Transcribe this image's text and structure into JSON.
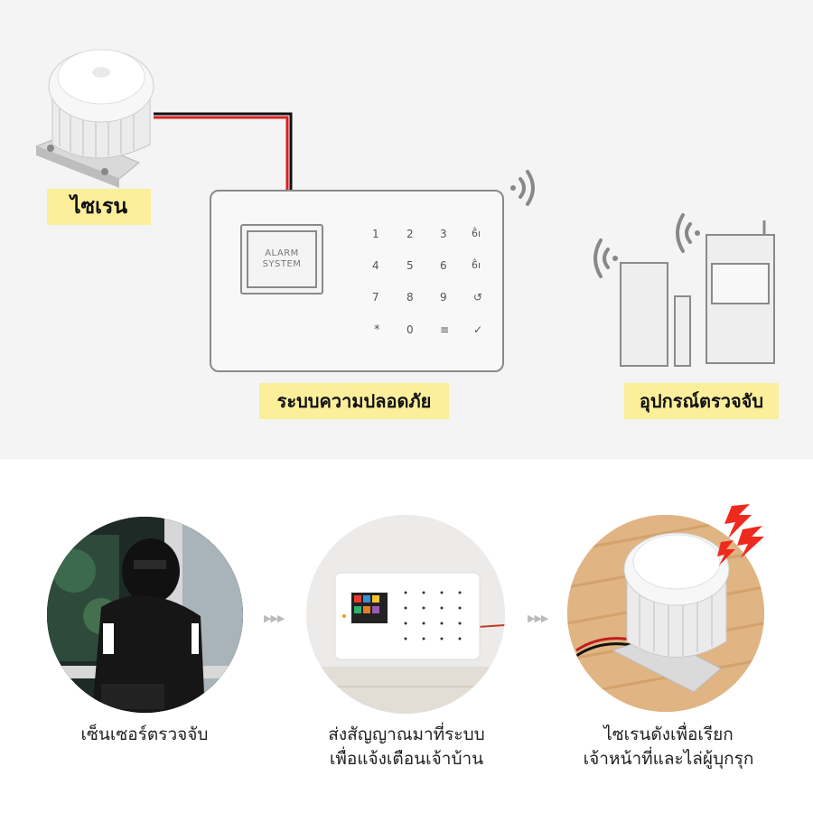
{
  "top": {
    "siren_label": "ไซเรน",
    "system_label": "ระบบความปลอดภัย",
    "detector_label": "อุปกรณ์ตรวจจับ",
    "panel_screen_line1": "ALARM",
    "panel_screen_line2": "SYSTEM",
    "keypad": [
      "1",
      "2",
      "3",
      "6̂ı",
      "4",
      "5",
      "6",
      "6̂ı",
      "7",
      "8",
      "9",
      "↺",
      "*",
      "0",
      "≡",
      "✓"
    ]
  },
  "steps": [
    {
      "caption_line1": "เซ็นเซอร์ตรวจจับ",
      "caption_line2": ""
    },
    {
      "caption_line1": "ส่งสัญญาณมาที่ระบบ",
      "caption_line2": "เพื่อแจ้งเตือนเจ้าบ้าน"
    },
    {
      "caption_line1": "ไซเรนดังเพื่อเรียก",
      "caption_line2": "เจ้าหน้าที่และไล่ผู้บุกรุก"
    }
  ],
  "separators": [
    "▶▶▶",
    "▶▶▶"
  ],
  "colors": {
    "label_bg": "#fbef9c",
    "top_bg": "#f4f4f4",
    "wire_red": "#d62020",
    "wire_black": "#111111",
    "outline_gray": "#8a8a8a",
    "wood": "#e0b483",
    "warning_red": "#ee2a1f"
  },
  "icons": [
    "siren-icon",
    "alarm-panel-icon",
    "wifi-signal-icon",
    "door-sensor-icon",
    "pir-sensor-icon",
    "burglar-photo",
    "alarm-panel-photo",
    "siren-photo",
    "alert-burst-icon"
  ]
}
